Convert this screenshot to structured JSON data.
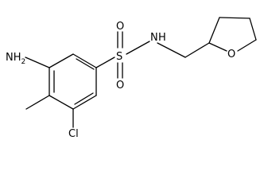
{
  "molecule": {
    "labels": {
      "amino": "NH2",
      "amino_main": "H",
      "amino_sub": "2",
      "amino_prefix": "N",
      "chloro": "Cl",
      "sulfur": "S",
      "oxygen_top": "O",
      "oxygen_bottom": "O",
      "nitrogen_nh": "N",
      "nitrogen_h": "H",
      "ring_oxygen": "O"
    },
    "colors": {
      "bond": "#000000",
      "text": "#000000",
      "background": "#ffffff"
    }
  }
}
